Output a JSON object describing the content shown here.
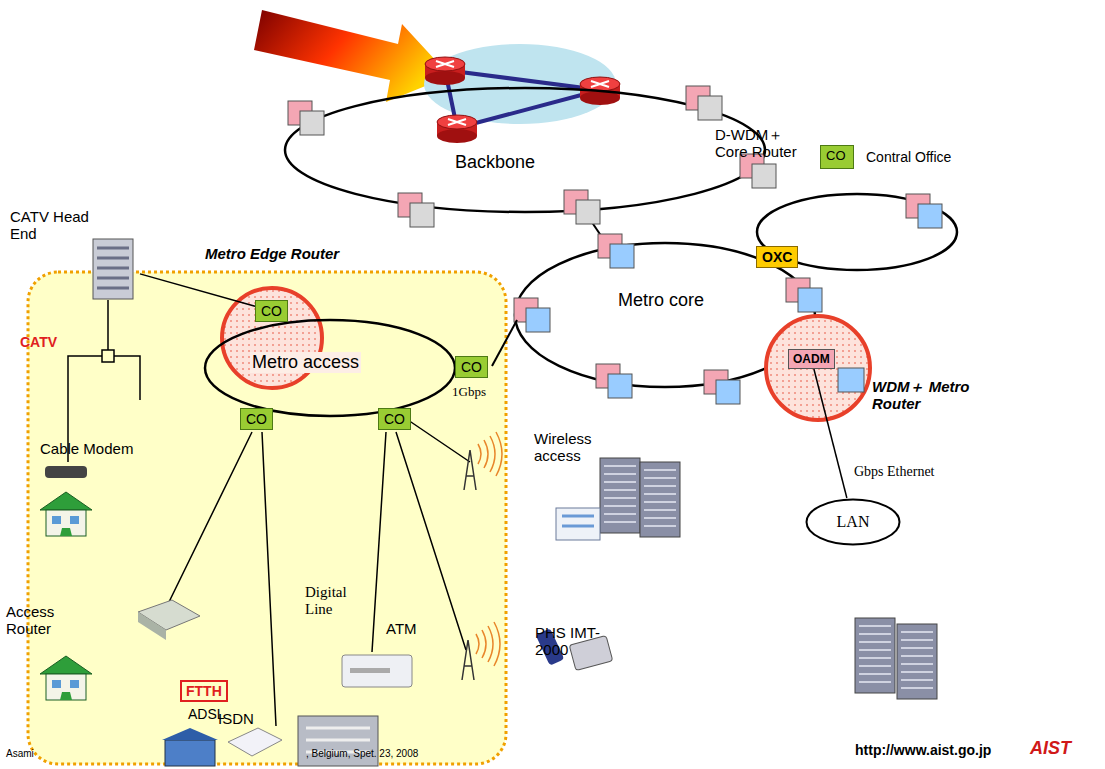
{
  "diagram": {
    "nodes": [
      {
        "text": [
          "CO"
        ]
      },
      {
        "text": [
          "CO"
        ]
      },
      {
        "text": [
          "CO"
        ]
      },
      {
        "text": [
          "CO"
        ]
      },
      {
        "text": [
          "OXC"
        ]
      },
      {
        "text": [
          "OADM"
        ]
      },
      {
        "text": [
          "LAN"
        ]
      },
      {
        "text": [
          "CATV Head End"
        ]
      },
      {
        "text": [
          "FTTH"
        ]
      }
    ],
    "edges": [
      {
        "from": 7,
        "to": 0,
        "arrow": "none"
      },
      {
        "from": 5,
        "to": 6,
        "label": "Gbps Ethernet",
        "arrow": "none"
      }
    ],
    "labels": [
      "D-WDM＋ Core Router",
      "Backbone",
      "Metro core",
      "Metro access",
      "Metro Edge Router",
      "WDM＋ Metro Router",
      "CATV",
      "Cable Modem",
      "Access Router",
      "ADSL",
      "Digital Line",
      "ATM",
      "ISDN",
      "Wireless access",
      "PHS IMT-2000",
      "1Gbps",
      "CO",
      "Asami",
      ", Belgium, Spet. 23, 2008",
      "http://www.aist.go.jp",
      "AIST"
    ],
    "legend": [
      {
        "text": "Contral Office",
        "color": "#99cc33"
      }
    ]
  }
}
